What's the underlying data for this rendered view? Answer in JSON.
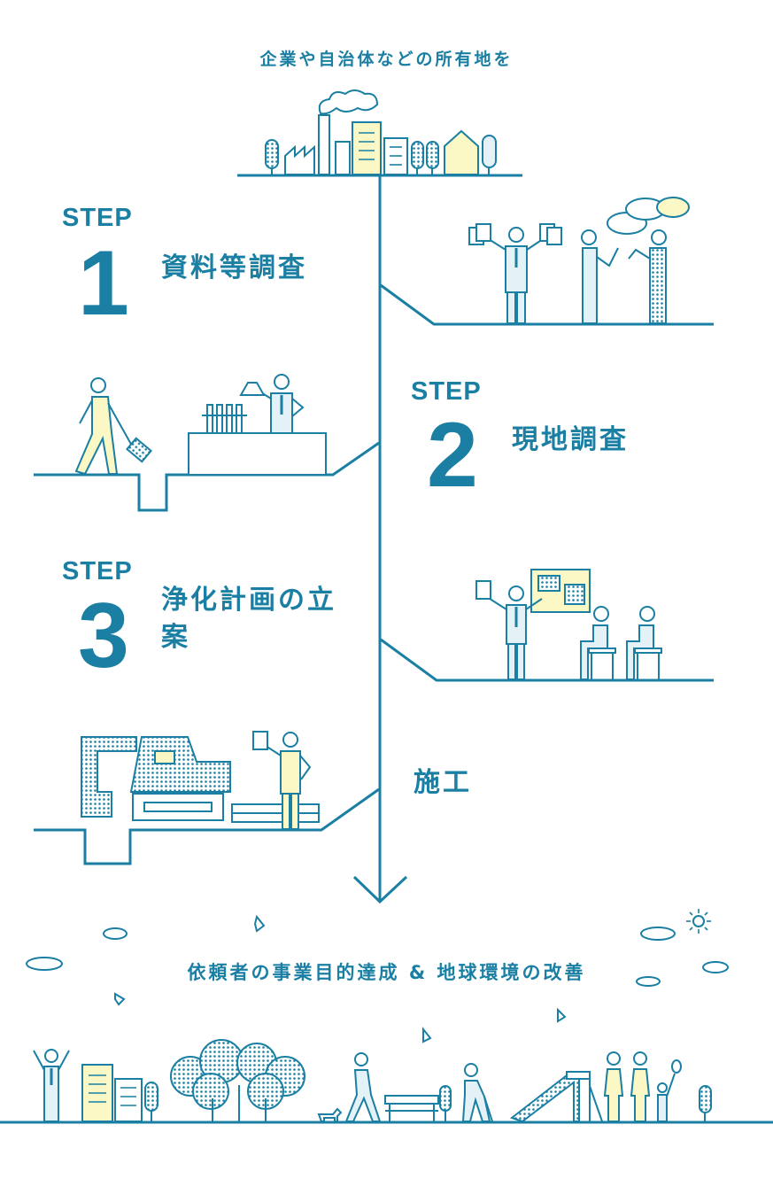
{
  "header": {
    "caption": "企業や自治体などの所有地を"
  },
  "steps": [
    {
      "label": "STEP",
      "number": "1",
      "title": "資料等調査"
    },
    {
      "label": "STEP",
      "number": "2",
      "title": "現地調査"
    },
    {
      "label": "STEP",
      "number": "3",
      "title": "浄化計画の立案"
    }
  ],
  "final_stage": {
    "title": "施工"
  },
  "footer": {
    "caption": "依頼者の事業目的達成 & 地球環境の改善"
  },
  "colors": {
    "line": "#1a7fa3",
    "accent_fill": "#fbf8c5",
    "light_fill": "#e4f2f8"
  }
}
